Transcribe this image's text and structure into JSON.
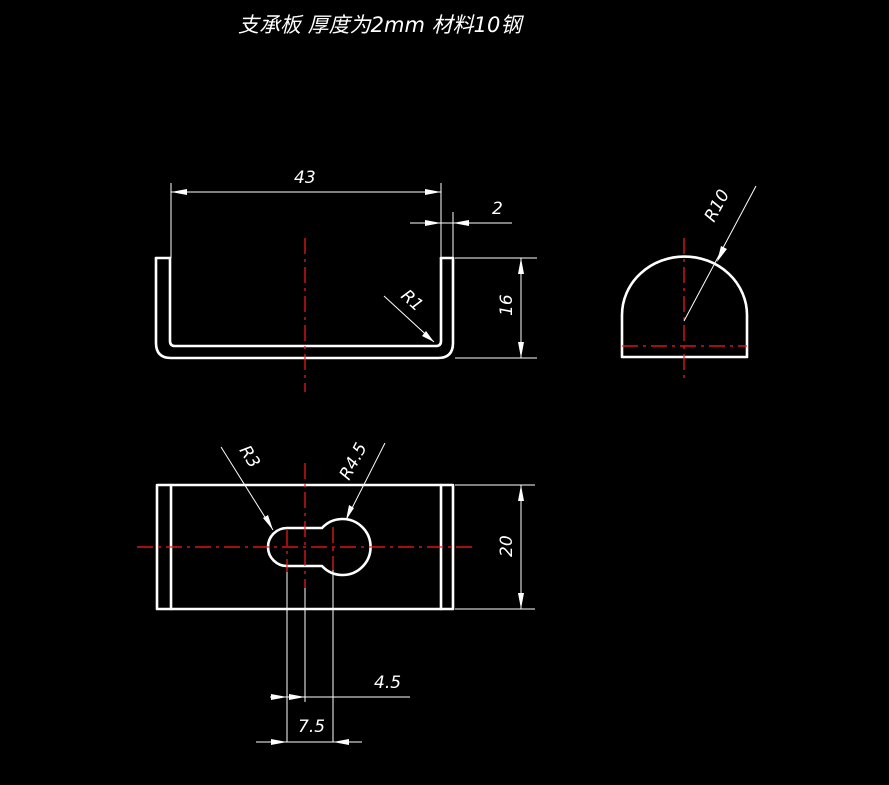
{
  "title": "支承板 厚度为2mm 材料10钢",
  "dimensions": {
    "width_top": "43",
    "thickness": "2",
    "height_front": "16",
    "bend_radius": "R1",
    "side_radius": "R10",
    "slot_radius_small": "R3",
    "slot_radius_large": "R4.5",
    "width_plan": "20",
    "offset_small": "4.5",
    "offset_large": "7.5"
  },
  "colors": {
    "background": "#000000",
    "outline": "#ffffff",
    "centerline": "#ff1a1a"
  }
}
